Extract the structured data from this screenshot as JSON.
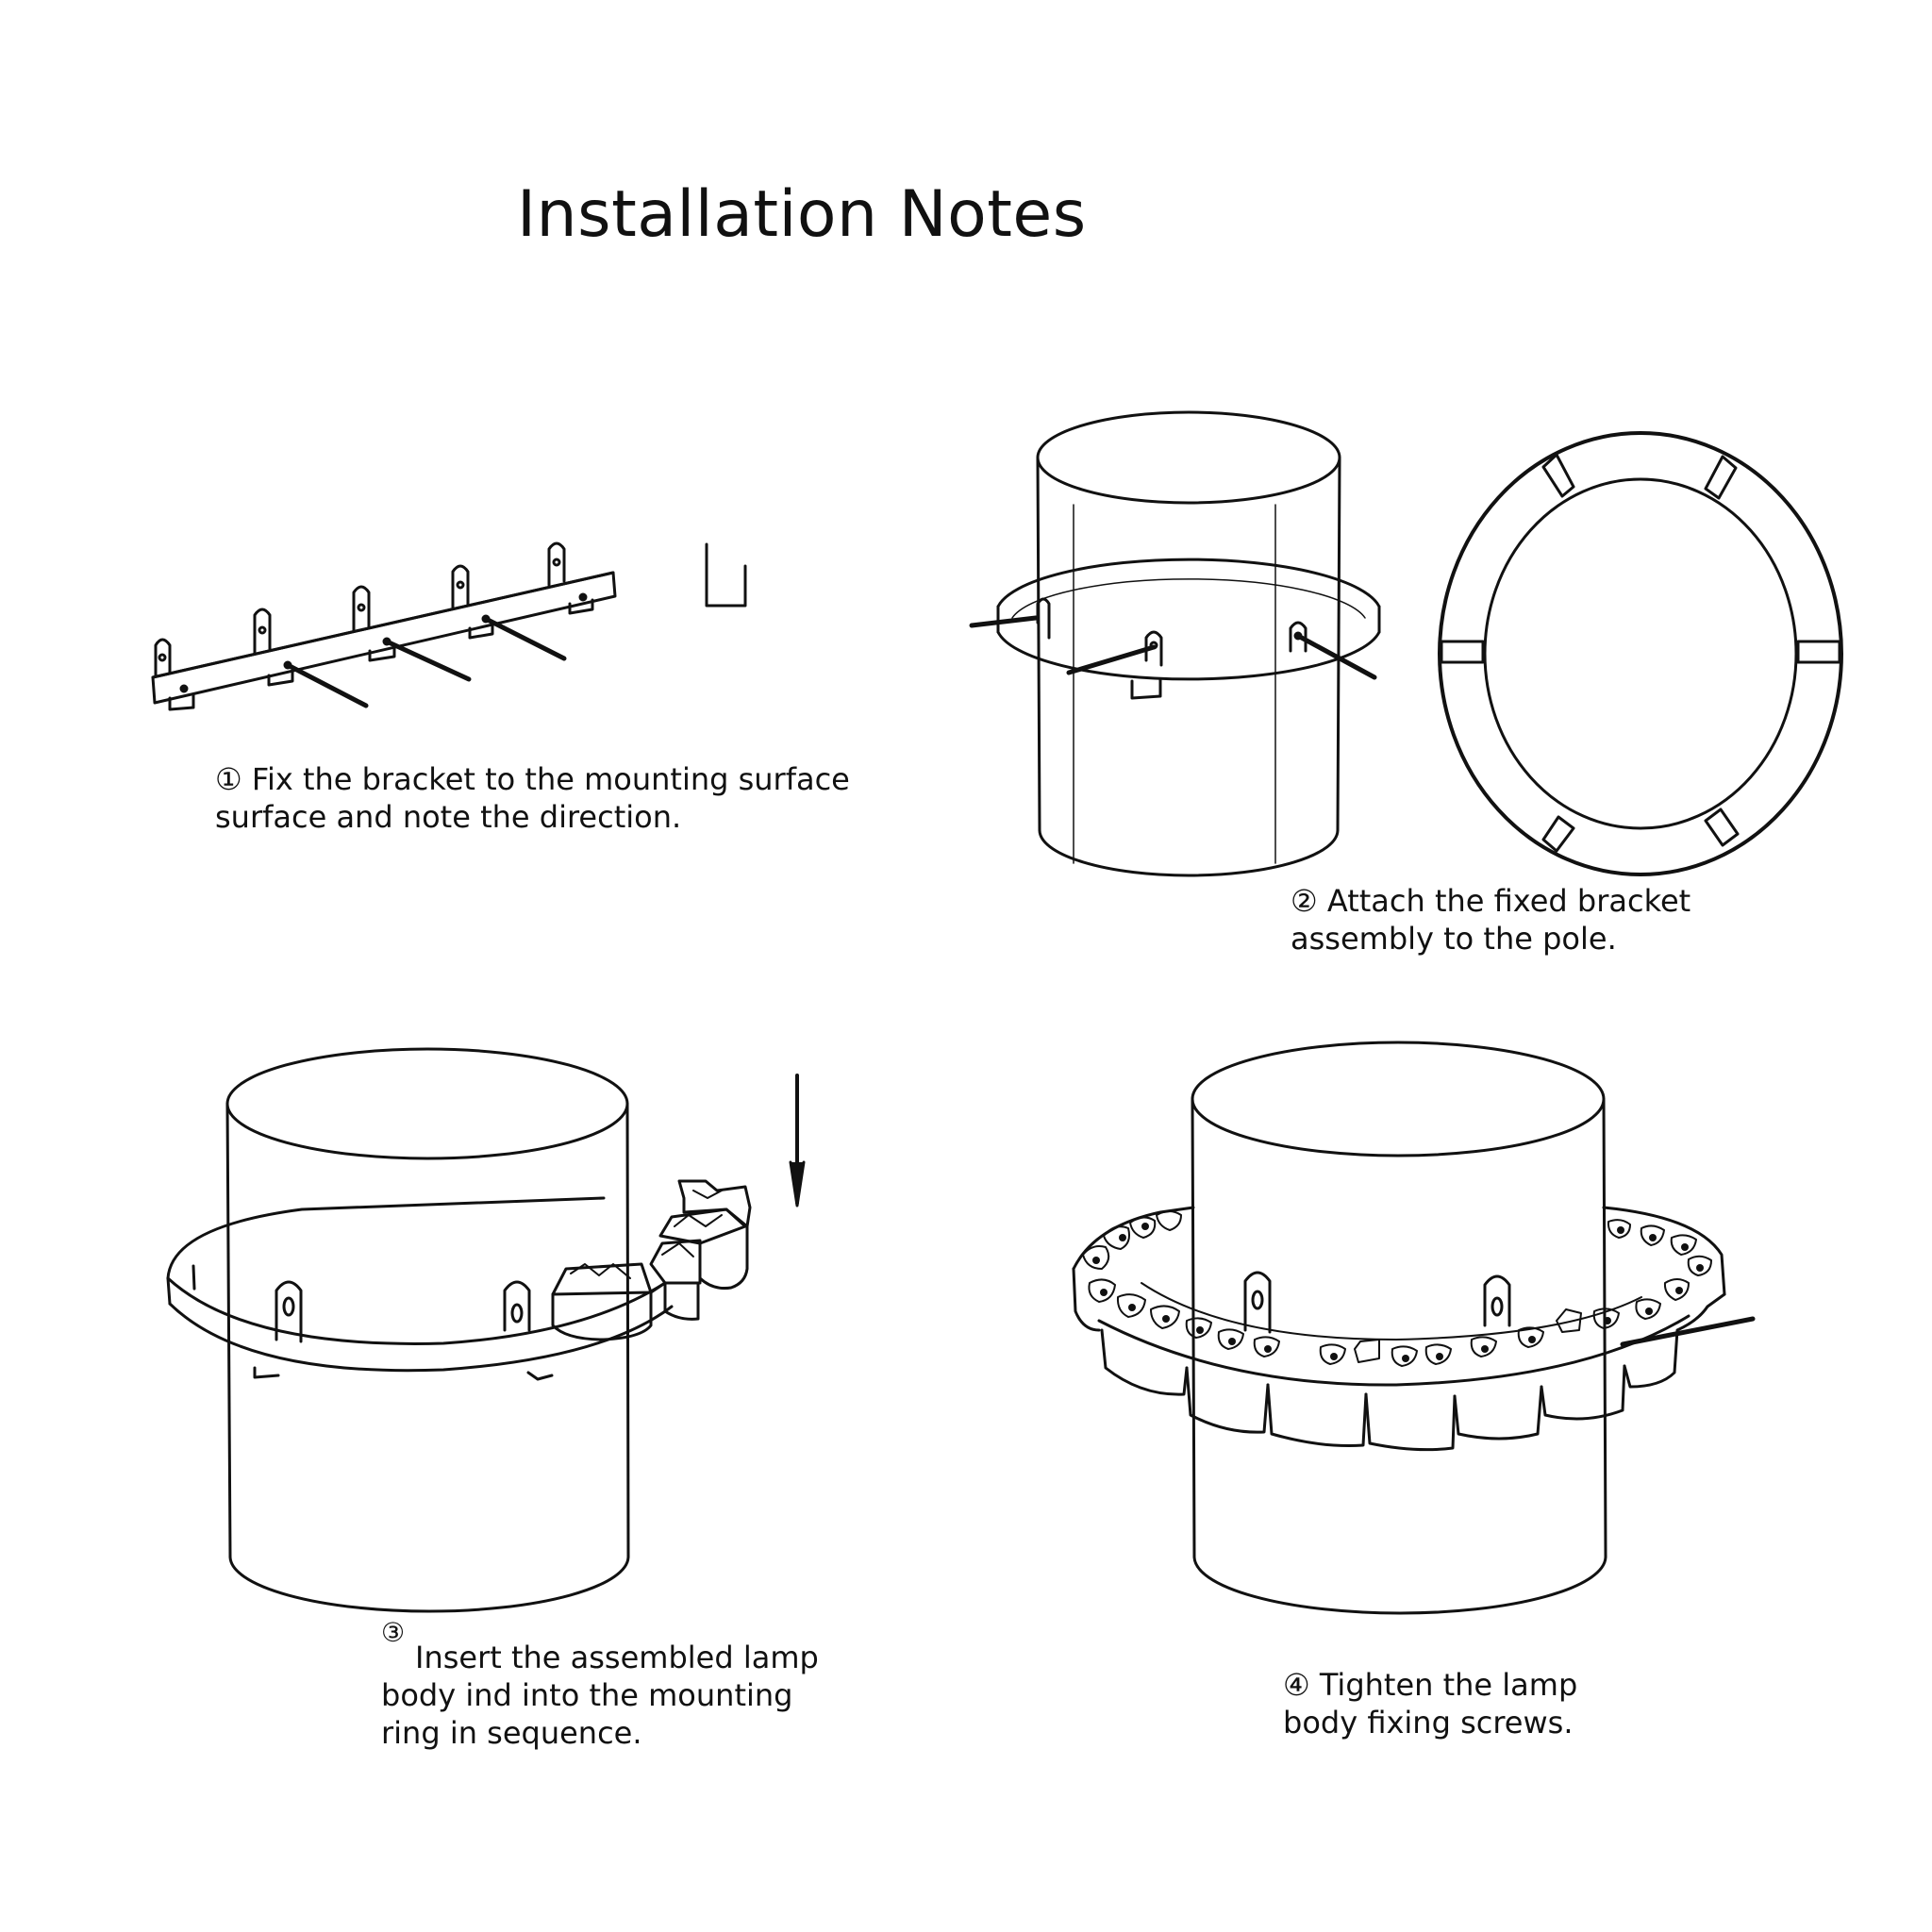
{
  "page": {
    "title": "Installation Notes",
    "background": "#ffffff",
    "ink": "#111111"
  },
  "steps": [
    {
      "num": "①",
      "lines": [
        "Fix the bracket to the mounting surface",
        "surface and note the direction."
      ]
    },
    {
      "num": "②",
      "lines": [
        "Attach the fixed bracket",
        "assembly to the pole."
      ]
    },
    {
      "num": "③",
      "lines": [
        "Insert the assembled lamp",
        "body ind into the mounting",
        "ring in sequence."
      ]
    },
    {
      "num": "④",
      "lines": [
        "Tighten the lamp",
        "body fixing screws."
      ]
    }
  ],
  "step1_line1": "① Fix the bracket to the mounting surface",
  "step2_line1": "② Attach the fixed bracket",
  "step4_line1": "④ Tighten the lamp"
}
